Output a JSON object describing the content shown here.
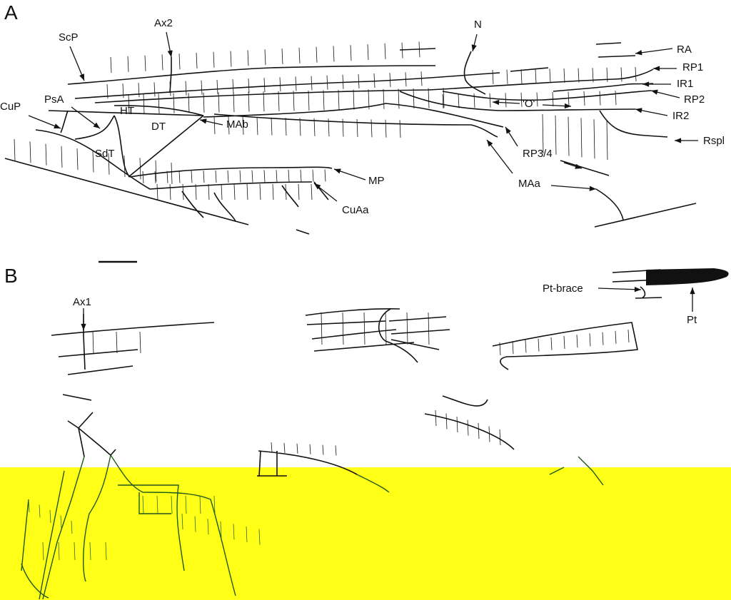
{
  "panels": {
    "a": "A",
    "b": "B"
  },
  "labels_a": {
    "scp": "ScP",
    "ax2": "Ax2",
    "n": "N",
    "ra": "RA",
    "rp1": "RP1",
    "ir1": "IR1",
    "rp2": "RP2",
    "ir2": "IR2",
    "rspl": "Rspl",
    "o": "'O'",
    "rp34": "RP3/4",
    "maa": "MAa",
    "cup": "CuP",
    "psa": "PsA",
    "ht": "HT",
    "dt": "DT",
    "sdt": "SdT",
    "mab": "MAb",
    "mp": "MP",
    "cuaa": "CuAa"
  },
  "labels_b": {
    "ax1": "Ax1",
    "pt_brace": "Pt-brace",
    "pt": "Pt"
  },
  "colors": {
    "highlight": "#ffff17",
    "vein": "#111111",
    "vein_on_highlight": "#1f5a17"
  }
}
